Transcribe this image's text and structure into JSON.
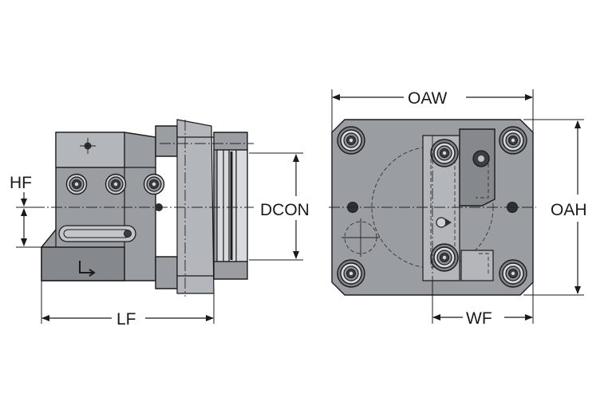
{
  "dimensions": {
    "hf": "HF",
    "lf": "LF",
    "dcon": "DCON",
    "oaw": "OAW",
    "oah": "OAH",
    "wf": "WF"
  },
  "colors": {
    "body": "#9a9da2",
    "body_dark": "#85888d",
    "body_light": "#b3b6ba",
    "line": "#1b1b1b",
    "background": "#ffffff"
  }
}
